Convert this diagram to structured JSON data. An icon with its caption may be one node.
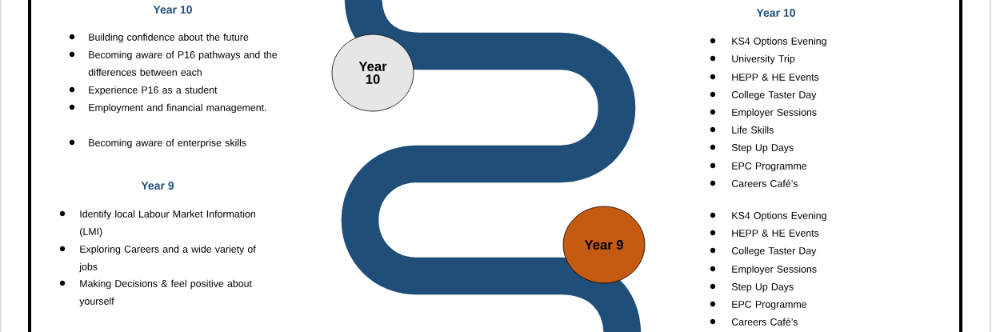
{
  "diagram": {
    "nodes": [
      {
        "text": [
          "Year 10"
        ]
      },
      {
        "text": [
          "Year 9"
        ]
      }
    ],
    "labels": [
      "Year 10",
      "Building confidence about the future",
      "Becoming aware of P16 pathways and the differences between each",
      "Experience P16 as a student",
      "Employment and financial management.",
      "Becoming aware of enterprise skills",
      "Year 9",
      "Identify local Labour Market Information (LMI)",
      "Exploring Careers and a wide variety of jobs",
      "Making Decisions & feel positive about yourself",
      "Year 10",
      "KS4 Options Evening",
      "University Trip",
      "HEPP & HE Events",
      "College Taster Day",
      "Employer Sessions",
      "Life Skills",
      "Step Up Days",
      "EPC Programme",
      "Careers Café’s",
      "KS4 Options Evening",
      "HEPP & HE Events",
      "College Taster Day",
      "Employer Sessions",
      "Step Up Days",
      "EPC Programme",
      "Careers Café’s"
    ]
  }
}
